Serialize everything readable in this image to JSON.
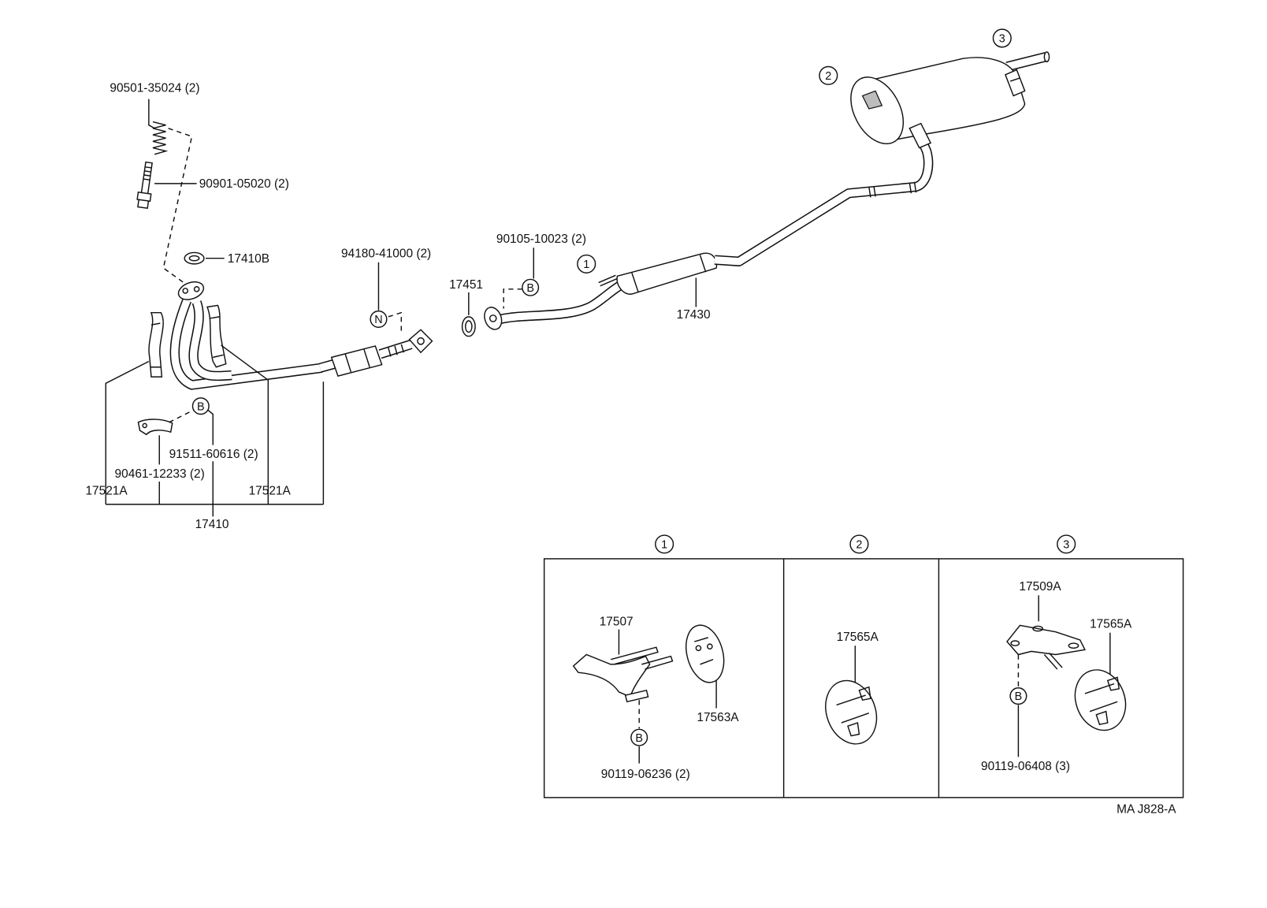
{
  "part_labels": {
    "spring": "90501-35024 (2)",
    "bolt": "90901-05020 (2)",
    "gasket_17410b": "17410B",
    "nut": "94180-41000 (2)",
    "gasket_17451": "17451",
    "bolt_center": "90105-10023 (2)",
    "center_pipe": "17430",
    "bolt_clamp": "91511-60616 (2)",
    "clamp": "90461-12233 (2)",
    "insulator_left": "17521A",
    "insulator_right": "17521A",
    "front_pipe": "17410"
  },
  "markers": {
    "ref_1": "1",
    "ref_2": "2",
    "ref_3": "3",
    "nut_symbol": "N",
    "bolt_symbol_left": "B",
    "bolt_symbol_center": "B"
  },
  "detail_panels": [
    {
      "marker": "1",
      "bracket": "17507",
      "hanger": "17563A",
      "bolt_symbol": "B",
      "bolt": "90119-06236 (2)"
    },
    {
      "marker": "2",
      "hanger": "17565A"
    },
    {
      "marker": "3",
      "bracket": "17509A",
      "hanger": "17565A",
      "bolt_symbol": "B",
      "bolt": "90119-06408 (3)"
    }
  ],
  "figure_code": "MA J828-A"
}
